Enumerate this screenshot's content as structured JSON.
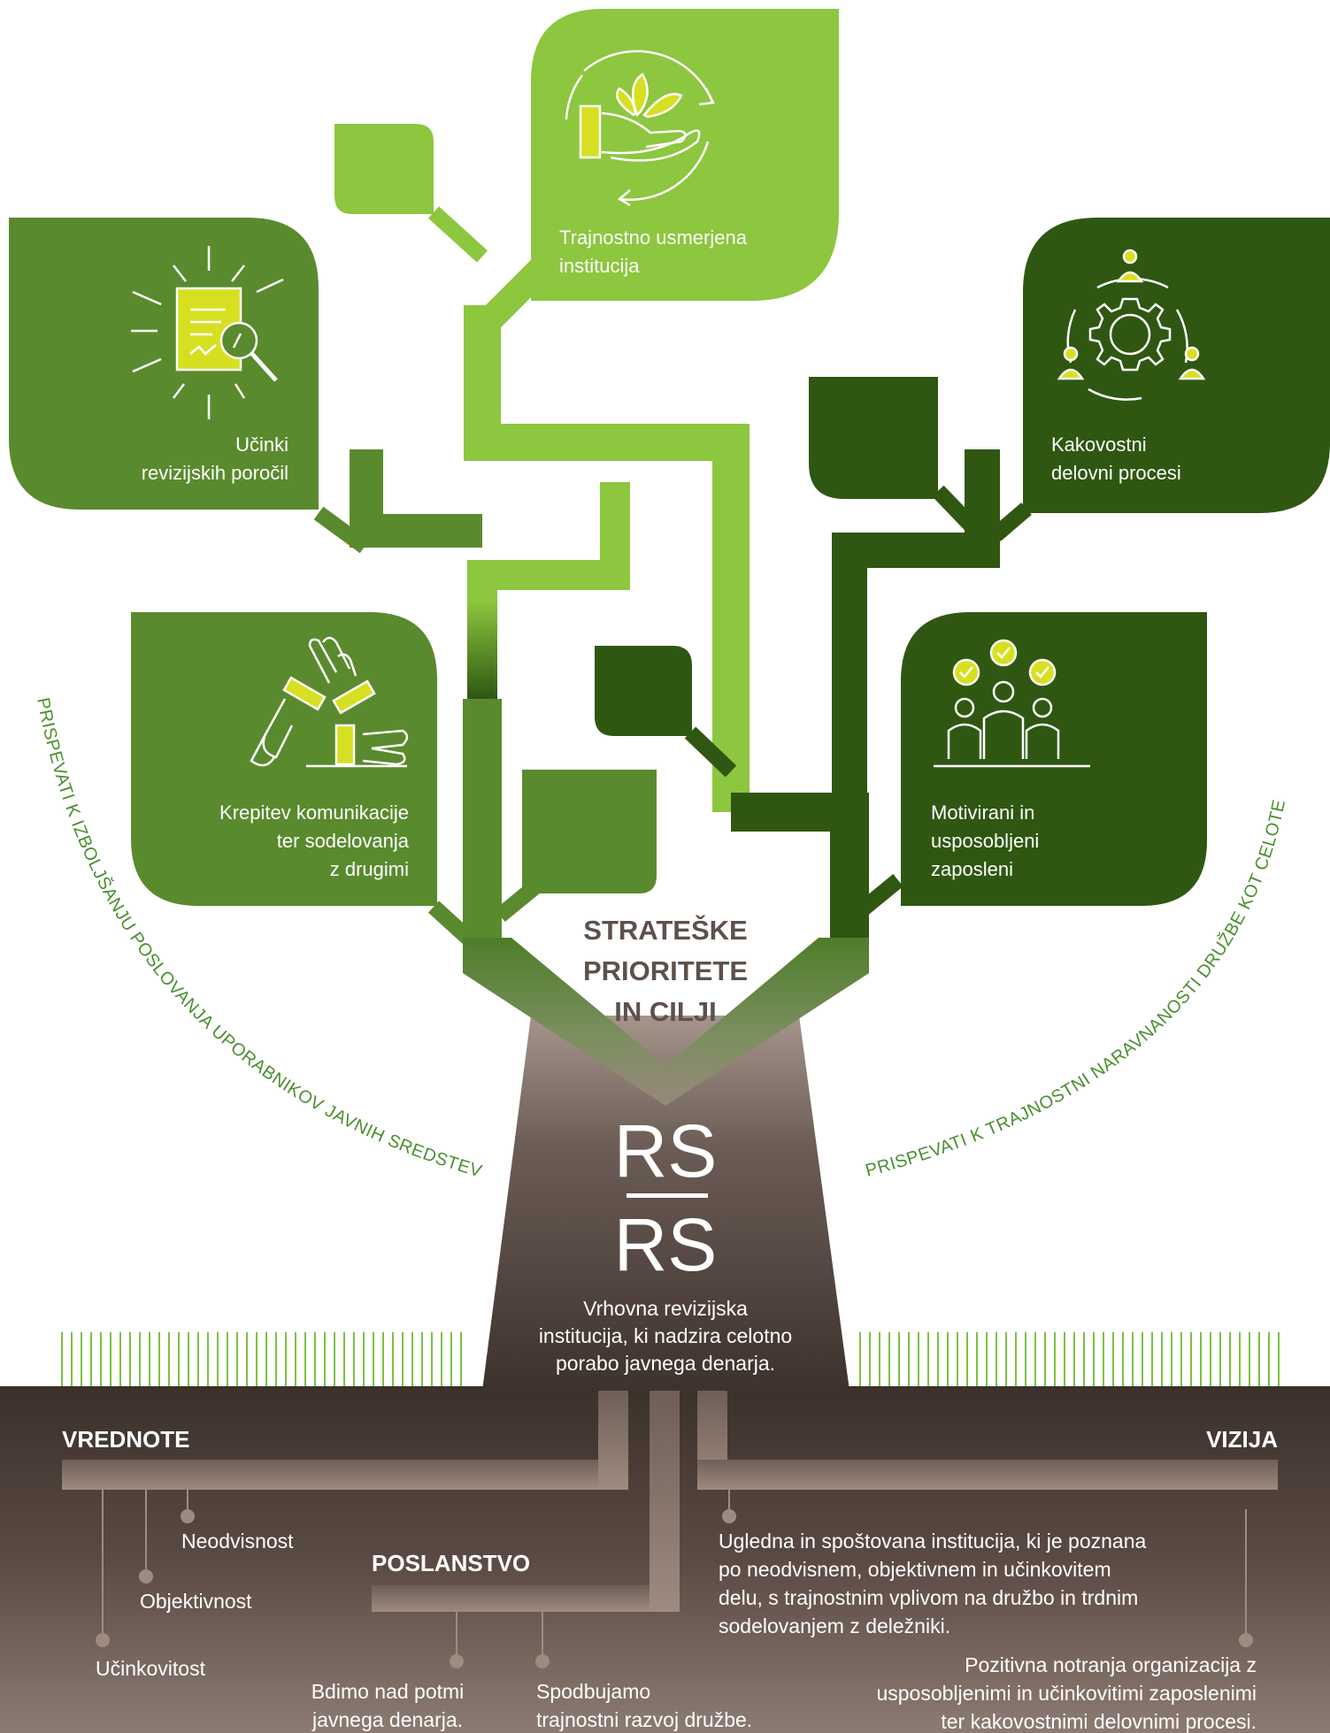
{
  "leaves": {
    "top": {
      "line1": "Trajnostno usmerjena",
      "line2": "institucija",
      "icon": "sustainability-hand-icon"
    },
    "upper_left": {
      "line1": "Učinki",
      "line2": "revizijskih poročil",
      "icon": "audit-report-icon"
    },
    "lower_left": {
      "line1": "Krepitev komunikacije",
      "line2": "ter sodelovanja",
      "line3": "z drugimi",
      "icon": "handshake-cooperation-icon"
    },
    "upper_right": {
      "line1": "Kakovostni",
      "line2": "delovni procesi",
      "icon": "gear-process-icon"
    },
    "lower_right": {
      "line1": "Motivirani in",
      "line2": "usposobljeni",
      "line3": "zaposleni",
      "icon": "motivated-team-icon"
    }
  },
  "center_title": {
    "line1": "STRATEŠKE",
    "line2": "PRIORITETE",
    "line3": "IN CILJI"
  },
  "side_goals": {
    "left": "PRISPEVATI K IZBOLJŠANJU POSLOVANJA UPORABNIKOV JAVNIH SREDSTEV",
    "right": "PRISPEVATI K TRAJNOSTNI NARAVNANOSTI DRUŽBE KOT CELOTE"
  },
  "logo": {
    "top": "RS",
    "bottom": "RS"
  },
  "trunk": {
    "line1": "Vrhovna revizijska",
    "line2": "institucija, ki nadzira celotno",
    "line3": "porabo javnega denarja."
  },
  "values": {
    "heading": "VREDNOTE",
    "items": [
      "Neodvisnost",
      "Objektivnost",
      "Učinkovitost"
    ]
  },
  "mission": {
    "heading": "POSLANSTVO",
    "item1": {
      "line1": "Bdimo nad potmi",
      "line2": "javnega denarja."
    },
    "item2": {
      "line1": "Spodbujamo",
      "line2": "trajnostni razvoj družbe."
    }
  },
  "vision": {
    "heading": "VIZIJA",
    "para1": [
      "Ugledna in spoštovana institucija, ki je poznana",
      "po neodvisnem, objektivnem in učinkovitem",
      "delu, s trajnostnim vplivom na družbo in trdnim",
      "sodelovanjem z deležniki."
    ],
    "para2": [
      "Pozitivna notranja organizacija z",
      "usposobljenimi in učinkovitimi zaposlenimi",
      "ter kakovostnimi delovnimi procesi."
    ]
  },
  "colors": {
    "light_green": "#8dc63f",
    "mid_green": "#5a8a2e",
    "dark_green": "#2f5712",
    "accent_yellow": "#d6e021",
    "trunk_top": "#96837a",
    "soil": "#3e322d"
  }
}
